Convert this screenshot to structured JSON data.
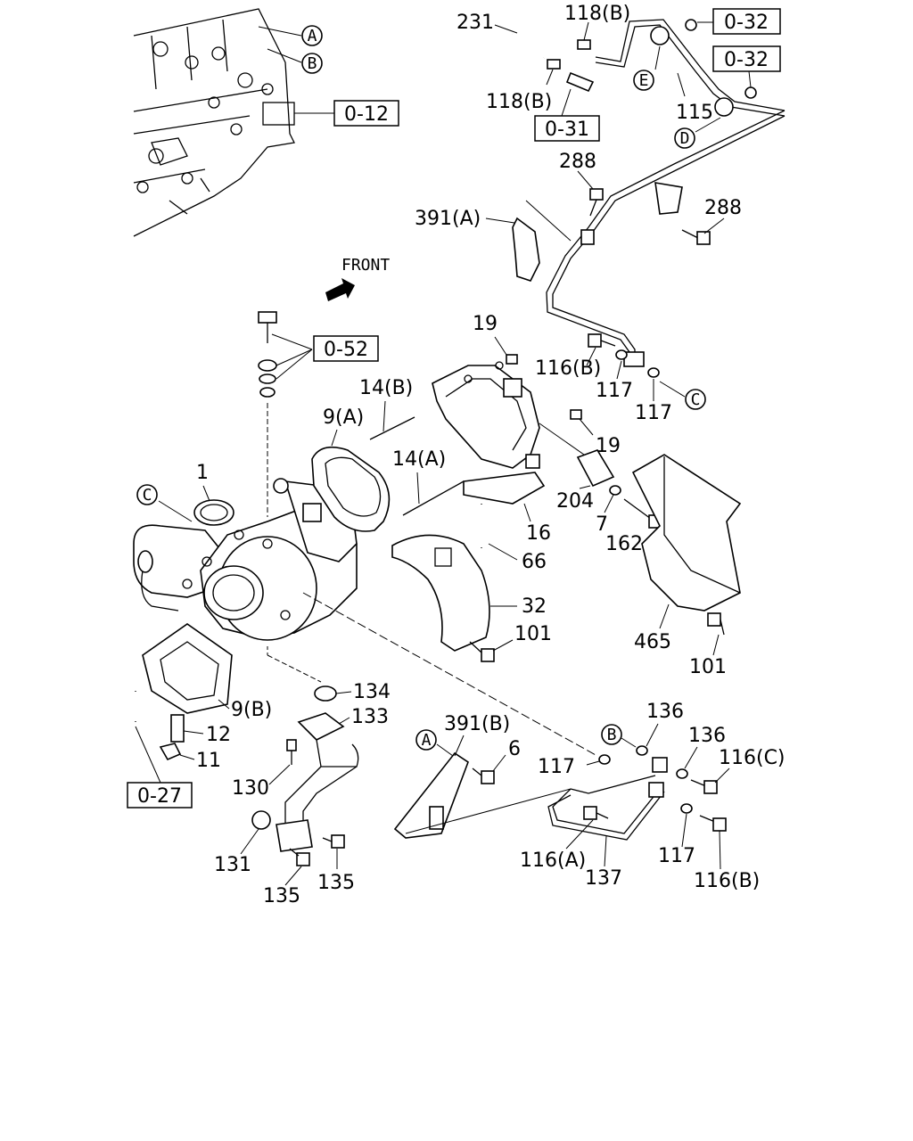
{
  "front_label": "FRONT",
  "refs": {
    "ref_0_12": "0-12",
    "ref_0_32_top": "0-32",
    "ref_0_32_mid": "0-32",
    "ref_0_31": "0-31",
    "ref_0_52": "0-52",
    "ref_0_27": "0-27"
  },
  "circles": {
    "a_top": "A",
    "b_top": "B",
    "e": "E",
    "d": "D",
    "c_right": "C",
    "c_left": "C",
    "a_bottom": "A",
    "b_bottom": "B"
  },
  "labels": {
    "l231": "231",
    "l118b_top": "118(B)",
    "l118b_mid": "118(B)",
    "l115": "115",
    "l288_a": "288",
    "l288_b": "288",
    "l391a": "391(A)",
    "l19_a": "19",
    "l116b_a": "116(B)",
    "l117_a": "117",
    "l117_b": "117",
    "l14b": "14(B)",
    "l9a": "9(A)",
    "l14a": "14(A)",
    "l19_b": "19",
    "l1": "1",
    "l204": "204",
    "l7": "7",
    "l162": "162",
    "l16": "16",
    "l66": "66",
    "l32": "32",
    "l101_a": "101",
    "l465": "465",
    "l101_b": "101",
    "l9b": "9(B)",
    "l12": "12",
    "l11": "11",
    "l134": "134",
    "l133": "133",
    "l130": "130",
    "l131": "131",
    "l135_a": "135",
    "l135_b": "135",
    "l391b": "391(B)",
    "l6": "6",
    "l136_a": "136",
    "l136_b": "136",
    "l117_c": "117",
    "l116c": "116(C)",
    "l116a": "116(A)",
    "l117_d": "117",
    "l137": "137",
    "l116b_b": "116(B)"
  }
}
